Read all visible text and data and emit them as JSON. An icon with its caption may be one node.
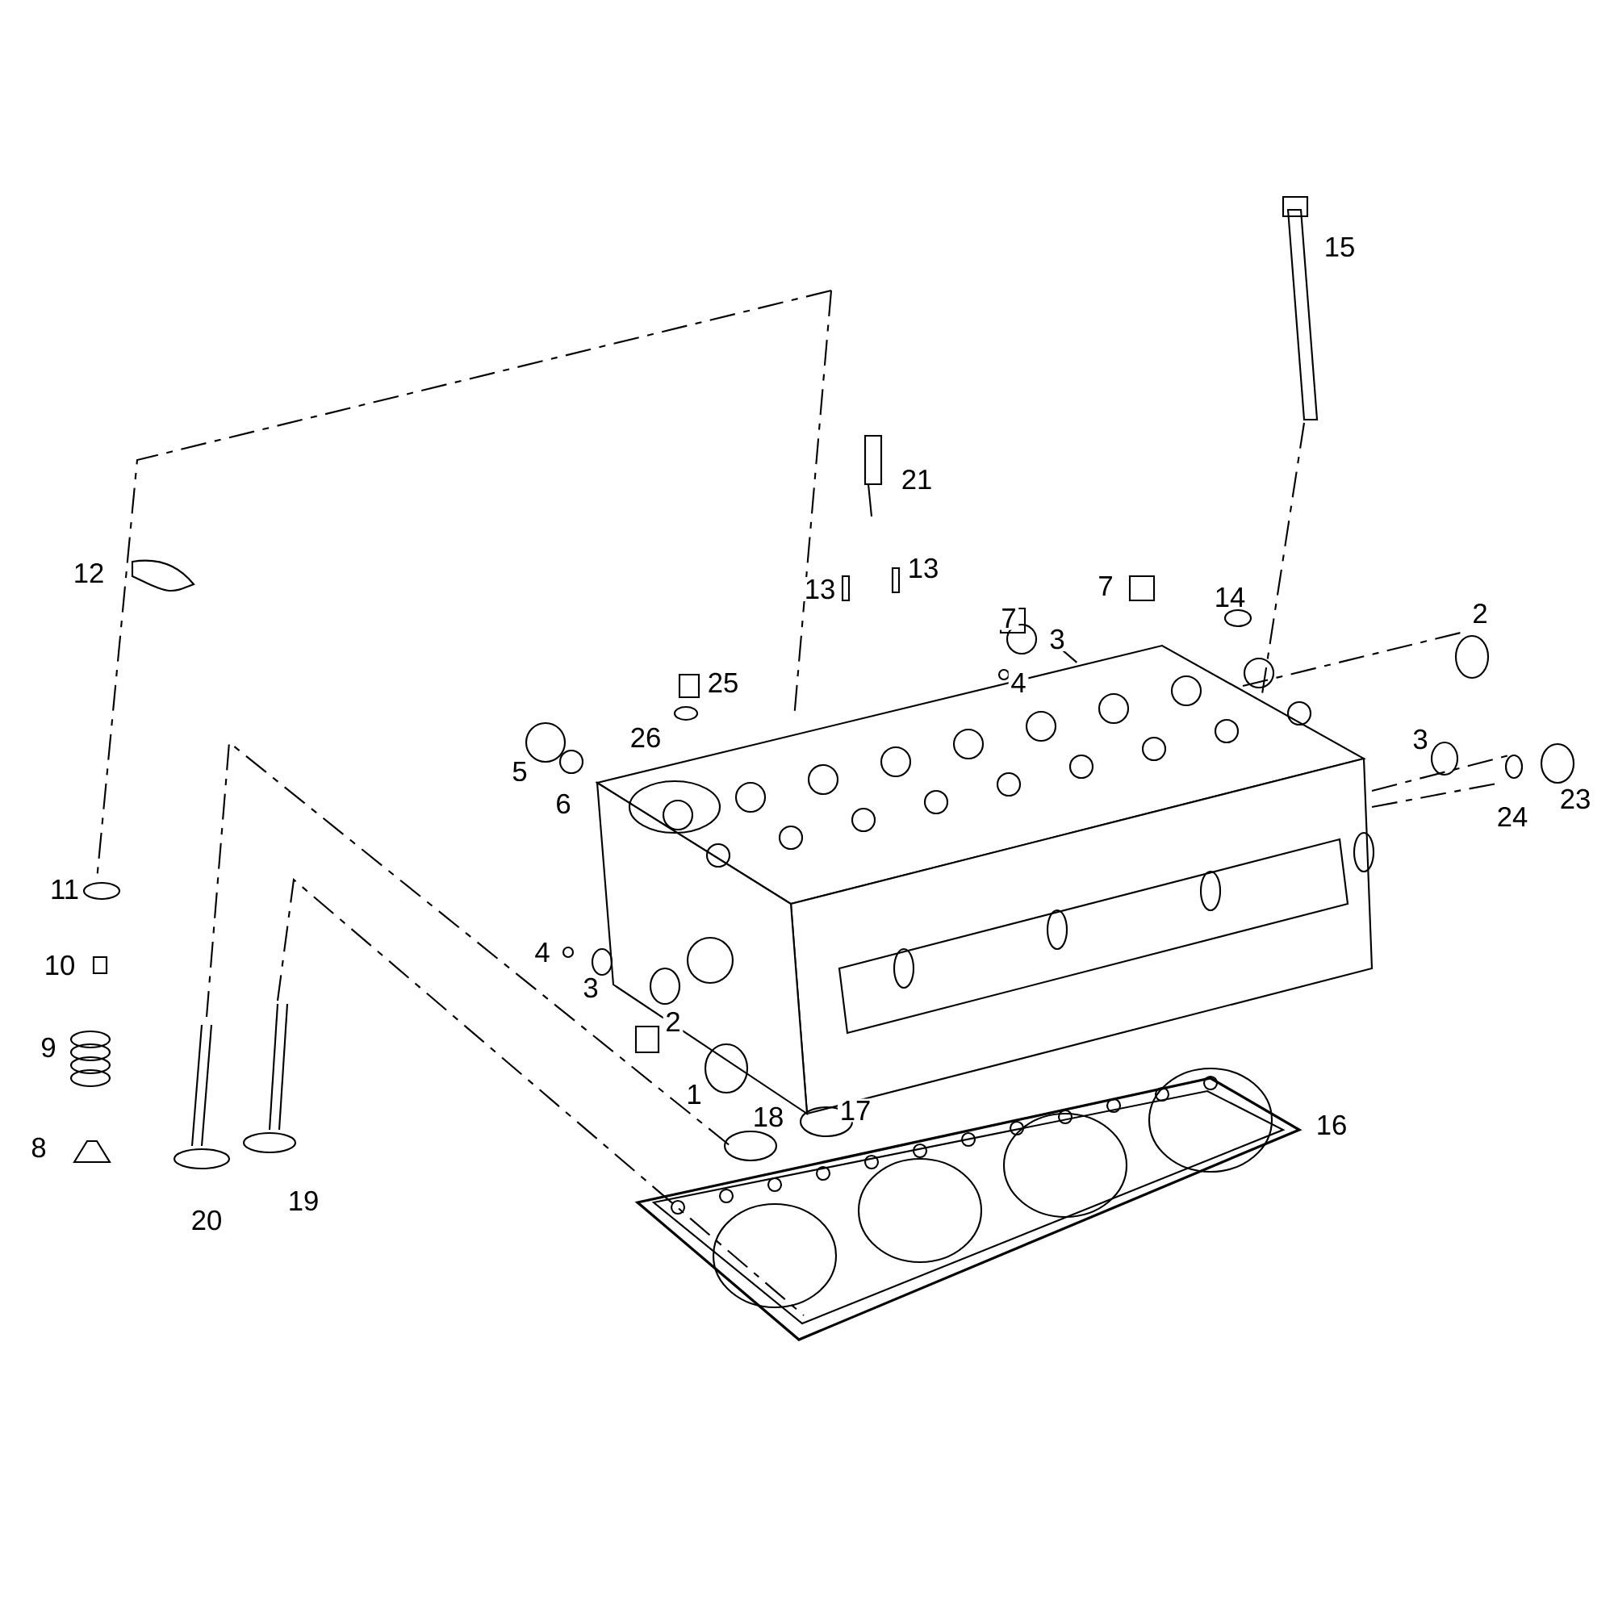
{
  "diagram": {
    "labels": [
      "15",
      "21",
      "12",
      "13",
      "13",
      "7",
      "7",
      "14",
      "2",
      "3",
      "25",
      "4",
      "26",
      "5",
      "6",
      "3",
      "24",
      "23",
      "11",
      "4",
      "10",
      "3",
      "2",
      "9",
      "1",
      "18",
      "17",
      "16",
      "8",
      "20",
      "19"
    ]
  }
}
